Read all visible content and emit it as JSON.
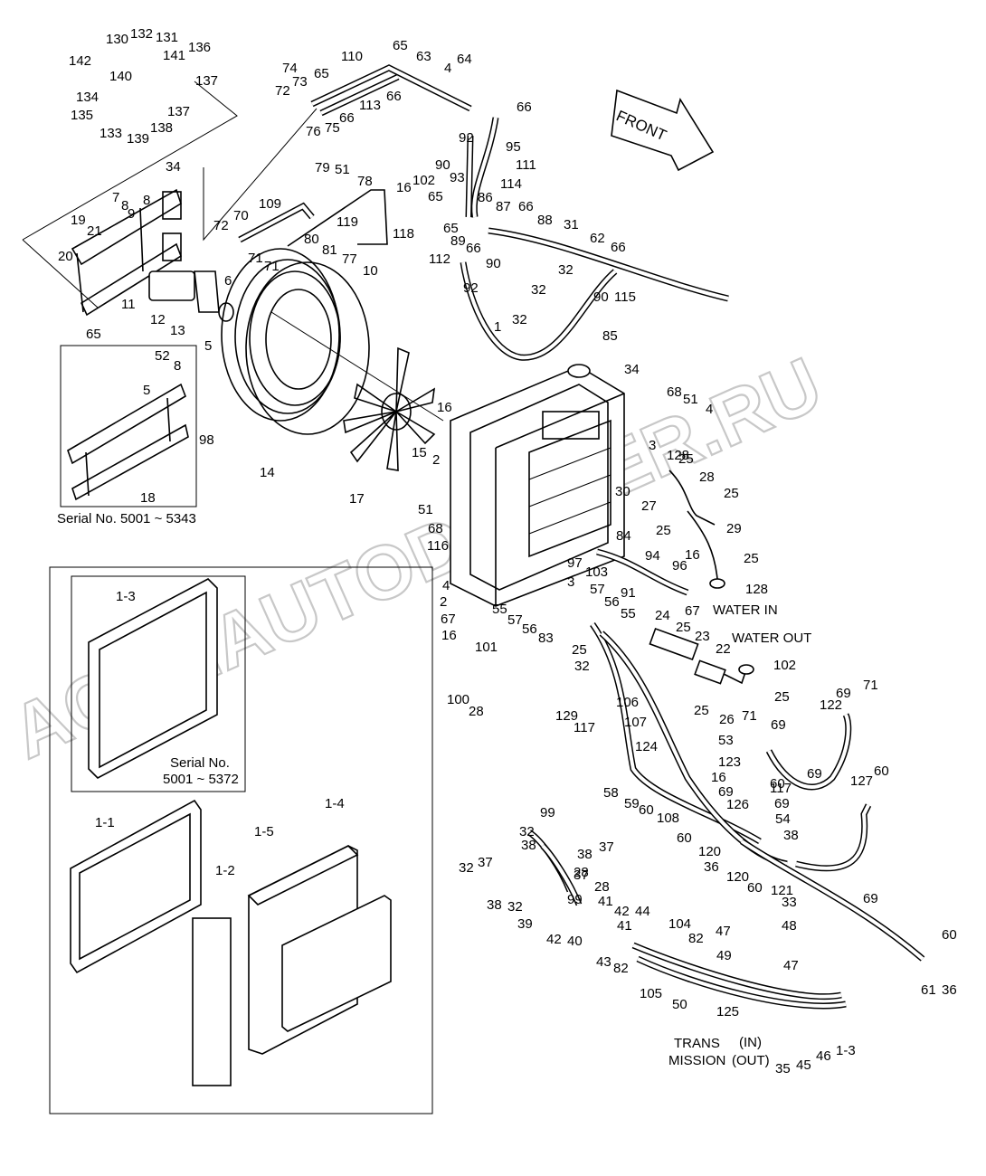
{
  "diagram": {
    "front_label": "FRONT",
    "water_in": "WATER IN",
    "water_out": "WATER OUT",
    "serial_top": "Serial No. 5001 ~ 5343",
    "serial_inset_line1": "Serial No.",
    "serial_inset_line2": "5001 ~ 5372",
    "trans_line1": "TRANS",
    "trans_line2": "MISSION",
    "trans_in": "(IN)",
    "trans_out": "(OUT)",
    "watermark": "ACAT.AUTODEALER.RU"
  },
  "callouts": [
    "130",
    "132",
    "131",
    "142",
    "136",
    "141",
    "140",
    "137",
    "134",
    "137",
    "135",
    "133",
    "139",
    "138",
    "74",
    "73",
    "65",
    "72",
    "110",
    "65",
    "63",
    "4",
    "64",
    "66",
    "113",
    "66",
    "76",
    "75",
    "34",
    "8",
    "7",
    "8",
    "9",
    "19",
    "21",
    "20",
    "79",
    "51",
    "78",
    "109",
    "102",
    "16",
    "70",
    "72",
    "119",
    "118",
    "80",
    "81",
    "71",
    "71",
    "77",
    "10",
    "11",
    "12",
    "13",
    "6",
    "5",
    "65",
    "66",
    "92",
    "95",
    "90",
    "93",
    "111",
    "114",
    "65",
    "86",
    "87",
    "66",
    "65",
    "88",
    "89",
    "66",
    "90",
    "112",
    "31",
    "62",
    "66",
    "32",
    "92",
    "115",
    "32",
    "90",
    "32",
    "1",
    "85",
    "34",
    "52",
    "8",
    "5",
    "18",
    "98",
    "14",
    "17",
    "16",
    "15",
    "2",
    "68",
    "51",
    "4",
    "3",
    "128",
    "25",
    "30",
    "27",
    "28",
    "25",
    "25",
    "29",
    "25",
    "128",
    "51",
    "68",
    "116",
    "84",
    "94",
    "97",
    "103",
    "91",
    "16",
    "96",
    "67",
    "3",
    "4",
    "2",
    "67",
    "55",
    "57",
    "56",
    "55",
    "57",
    "56",
    "83",
    "25",
    "24",
    "25",
    "23",
    "22",
    "25",
    "26",
    "25",
    "102",
    "16",
    "101",
    "100",
    "28",
    "32",
    "129",
    "117",
    "106",
    "107",
    "124",
    "69",
    "71",
    "122",
    "71",
    "69",
    "53",
    "123",
    "16",
    "69",
    "117",
    "126",
    "69",
    "60",
    "127",
    "60",
    "58",
    "59",
    "60",
    "108",
    "60",
    "120",
    "36",
    "120",
    "60",
    "121",
    "69",
    "54",
    "38",
    "99",
    "32",
    "38",
    "37",
    "38",
    "37",
    "32",
    "38",
    "37",
    "99",
    "32",
    "28",
    "28",
    "39",
    "41",
    "40",
    "42",
    "41",
    "42",
    "44",
    "43",
    "82",
    "104",
    "82",
    "105",
    "50",
    "33",
    "48",
    "47",
    "49",
    "47",
    "125",
    "69",
    "60",
    "61",
    "36",
    "35",
    "45",
    "46",
    "1-3",
    "1-3",
    "1-1",
    "1-2",
    "1-5",
    "1-4"
  ]
}
